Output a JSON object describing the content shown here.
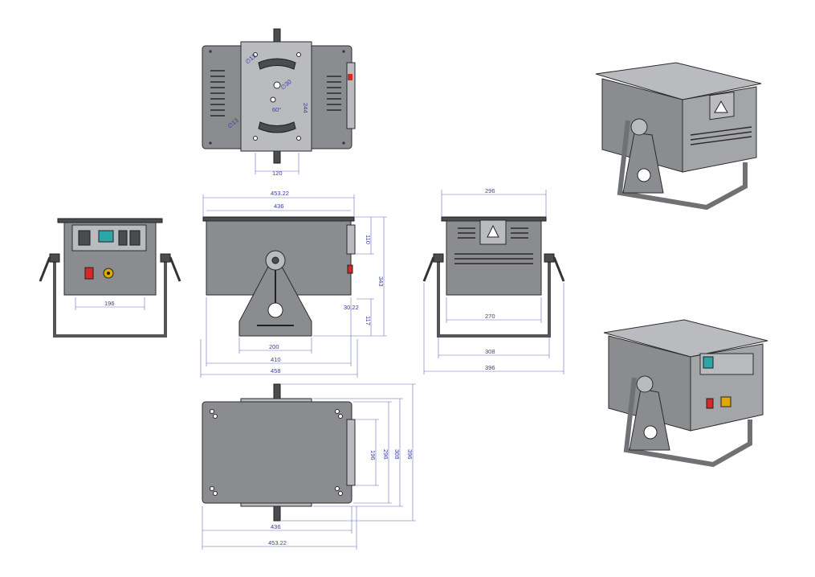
{
  "colors": {
    "dimension": "#3b3f9a",
    "housing": "#8a8c90",
    "outline": "#2b2b2b",
    "switch_red": "#d62828",
    "key_yellow": "#e0a800",
    "display_teal": "#2aa6a6"
  },
  "views": {
    "top": {
      "dims": {
        "hole_dia_top": "∅13",
        "hole_dia_bottom": "∅13",
        "center_dia": "∅30",
        "angle": "60°",
        "height": "244",
        "width": "120"
      }
    },
    "rear": {
      "dims": {
        "width": "196"
      }
    },
    "side": {
      "dims": {
        "overall_top": "453.22",
        "inner_top": "436",
        "upper_height": "110",
        "total_height": "343",
        "bracket_offset": "30.22",
        "bracket_height": "117",
        "bracket_width": "200",
        "mid_width": "410",
        "overall_bottom": "458"
      }
    },
    "front": {
      "dims": {
        "top_width": "296",
        "inner_width": "270",
        "mid_width": "308",
        "overall_width": "396"
      }
    },
    "bottom": {
      "dims": {
        "h1": "196",
        "h2": "296",
        "h3": "308",
        "h4": "396",
        "inner_width": "436",
        "overall_width": "453.22"
      }
    },
    "iso": {
      "triangle_symbol": "△"
    }
  }
}
